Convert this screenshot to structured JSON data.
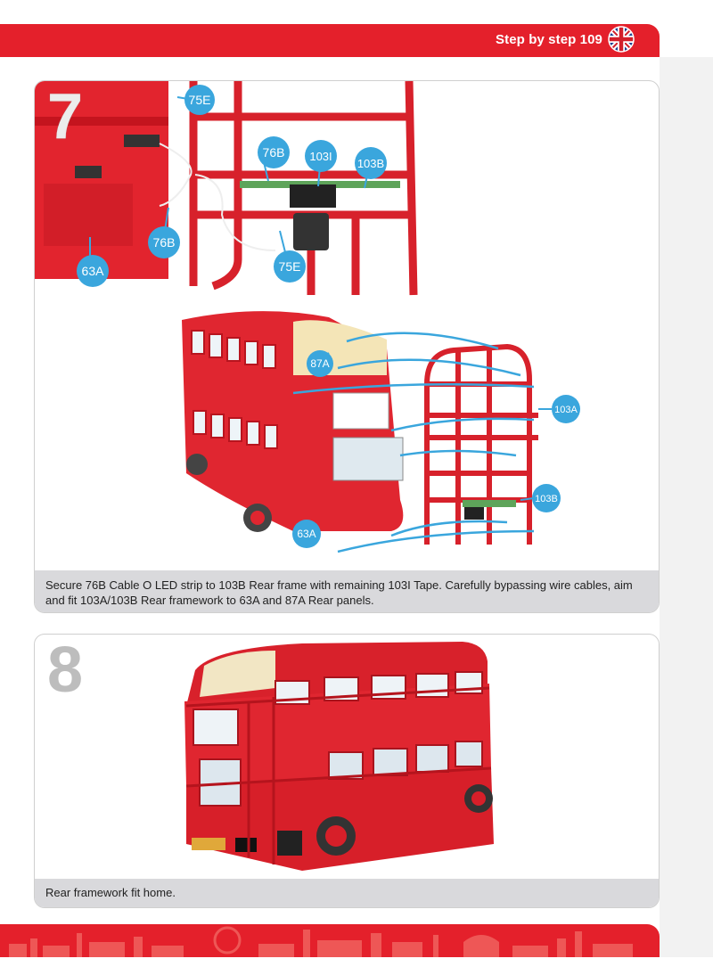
{
  "header": {
    "title": "Step by step 109",
    "flag_icon": "uk-flag-icon"
  },
  "steps": [
    {
      "number": "7",
      "caption": "Secure 76B Cable O LED strip to 103B Rear frame with remaining 103I Tape. Carefully bypassing wire cables, aim and fit 103A/103B Rear framework to 63A and 87A Rear panels.",
      "callouts": [
        "75E",
        "76B",
        "103I",
        "103B",
        "76B",
        "63A",
        "75E",
        "87A",
        "103A",
        "103B",
        "63A"
      ]
    },
    {
      "number": "8",
      "caption": "Rear framework fit home."
    }
  ],
  "colors": {
    "brand_red": "#e4202b",
    "callout_blue": "#3aa6dd",
    "panel_border": "#cfcfcf",
    "caption_bg": "#d9d9dc"
  }
}
